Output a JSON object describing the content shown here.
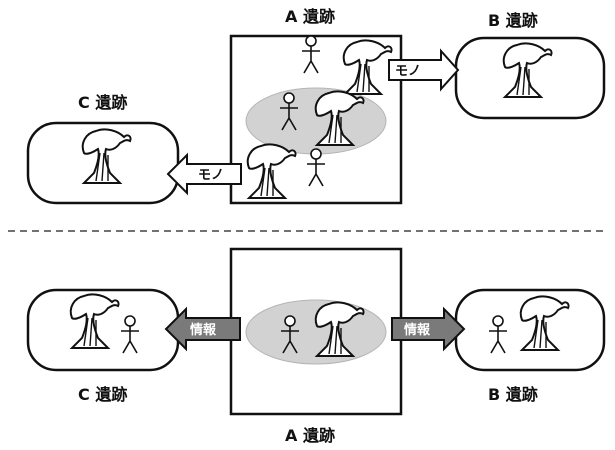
{
  "top": {
    "site_a": "A 遺跡",
    "site_b": "B 遺跡",
    "site_c": "C 遺跡",
    "arrow_to_b": "モノ",
    "arrow_to_c": "モノ"
  },
  "bottom": {
    "site_a": "A 遺跡",
    "site_b": "B 遺跡",
    "site_c": "C 遺跡",
    "arrow_to_b": "情報",
    "arrow_to_c": "情報"
  },
  "colors": {
    "stroke": "#111111",
    "ellipse_fill": "#d2d2d2",
    "info_arrow_fill": "#7a7a7a",
    "thing_arrow_fill": "#ffffff",
    "divider": "#444444"
  },
  "icons": [
    "volcano-icon",
    "stick-figure-icon"
  ]
}
